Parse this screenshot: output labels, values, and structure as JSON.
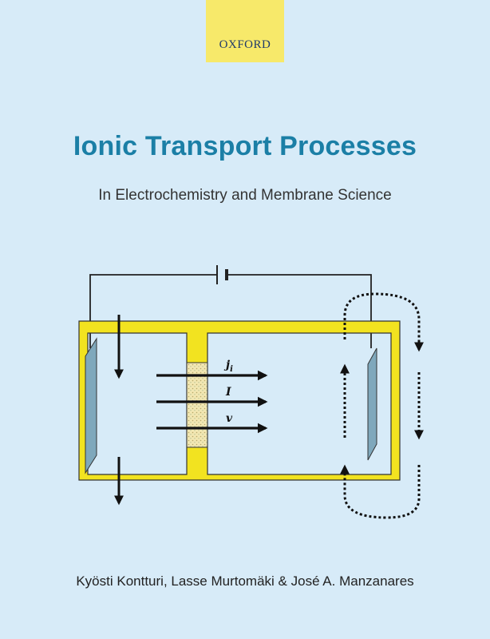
{
  "publisher": {
    "name": "OXFORD"
  },
  "book": {
    "title": "Ionic Transport Processes",
    "subtitle": "In Electrochemistry and Membrane Science",
    "authors": "Kyösti Kontturi, Lasse Murtomäki & José A. Manzanares"
  },
  "diagram": {
    "flux_labels": {
      "j_symbol": "j",
      "j_subscript": "i",
      "current": "I",
      "velocity": "v"
    }
  },
  "colors": {
    "background": "#d7ebf8",
    "title": "#1b7fa6",
    "cell_frame": "#f2e320",
    "membrane": "#f2e7b2",
    "electrode": "#7fa8bc",
    "publisher_badge": "#f7e96a"
  }
}
